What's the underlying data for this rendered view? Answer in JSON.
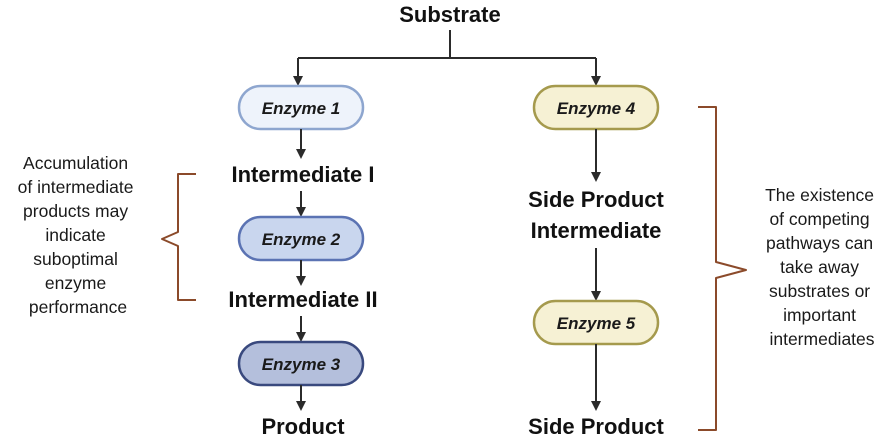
{
  "nodes": {
    "substrate": "Substrate",
    "intermediate_1": "Intermediate I",
    "intermediate_2": "Intermediate II",
    "product": "Product",
    "side_product_intermediate_line1": "Side Product",
    "side_product_intermediate_line2": "Intermediate",
    "side_product": "Side Product"
  },
  "enzymes": {
    "enzyme_1": "Enzyme 1",
    "enzyme_2": "Enzyme 2",
    "enzyme_3": "Enzyme 3",
    "enzyme_4": "Enzyme 4",
    "enzyme_5": "Enzyme 5"
  },
  "notes": {
    "left": [
      "Accumulation",
      "of intermediate",
      "products may",
      "indicate",
      "suboptimal",
      "enzyme",
      "performance"
    ],
    "right": [
      "The existence",
      "of competing",
      "pathways can",
      "take away",
      "substrates or",
      "important",
      "intermediates"
    ]
  },
  "colors": {
    "enzyme_1_fill": "#eef3fb",
    "enzyme_1_stroke": "#8ea6cf",
    "enzyme_2_fill": "#c9d6ee",
    "enzyme_2_stroke": "#5b73b3",
    "enzyme_3_fill": "#b4bfdc",
    "enzyme_3_stroke": "#39497e",
    "enzyme_side_fill": "#f6f1d4",
    "enzyme_side_stroke": "#a59a4d",
    "brace": "#8b4a2a"
  }
}
